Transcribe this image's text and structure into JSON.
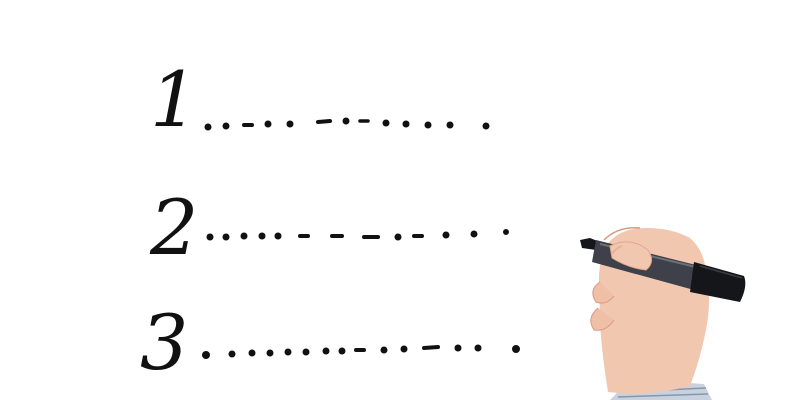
{
  "list": {
    "items": [
      {
        "number": "1"
      },
      {
        "number": "2"
      },
      {
        "number": "3"
      }
    ]
  },
  "marker": {
    "body_color": "#3e4149",
    "cap_color": "#15161a"
  },
  "hand": {
    "skin_color": "#f2c7b0",
    "sleeve_color": "#c8d2de"
  },
  "ink_color": "#111111"
}
